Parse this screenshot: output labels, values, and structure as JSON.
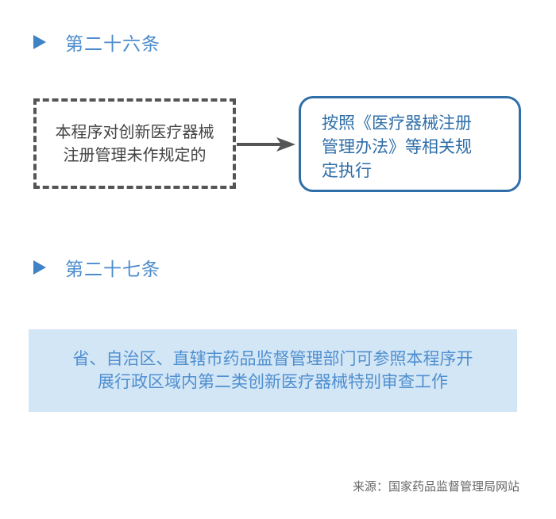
{
  "sections": [
    {
      "heading": "第二十六条"
    },
    {
      "heading": "第二十七条"
    }
  ],
  "diagram": {
    "condition_box": {
      "line1": "本程序对创新医疗器械",
      "line2": "注册管理未作规定的"
    },
    "result_box": {
      "line1": "按照《医疗器械注册",
      "line2": "管理办法》等相关规",
      "line3": "定执行"
    },
    "arrow": {
      "direction": "right",
      "color": "#555555"
    }
  },
  "note_box": {
    "line1": "省、自治区、直辖市药品监督管理部门可参照本程序开",
    "line2": "展行政区域内第二类创新医疗器械特别审查工作"
  },
  "source": "来源：国家药品监督管理局网站",
  "colors": {
    "heading_blue": "#4c8ccc",
    "triangle_blue": "#3f82c6",
    "result_border": "#2f6ea8",
    "note_bg": "#d3e6f6",
    "note_text": "#4f8fcf",
    "dashed_border": "#555555"
  }
}
